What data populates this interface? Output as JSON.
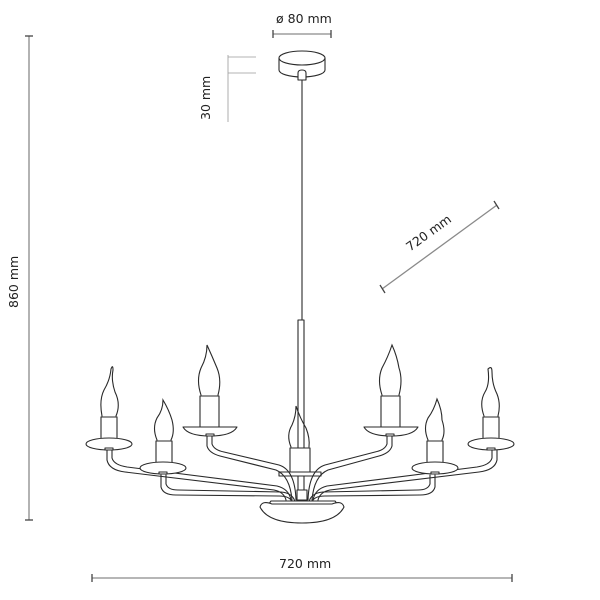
{
  "diagram": {
    "type": "technical-dimension-drawing",
    "subject": "8-arm candle chandelier",
    "dimensions": {
      "canopy_diameter": "ø 80 mm",
      "canopy_height": "30 mm",
      "total_height": "860 mm",
      "diameter_diagonal": "720 mm",
      "width": "720 mm"
    },
    "colors": {
      "outline": "#2a2a2a",
      "dimension_line": "#8a8a8a",
      "text": "#222222",
      "background": "#ffffff"
    }
  }
}
